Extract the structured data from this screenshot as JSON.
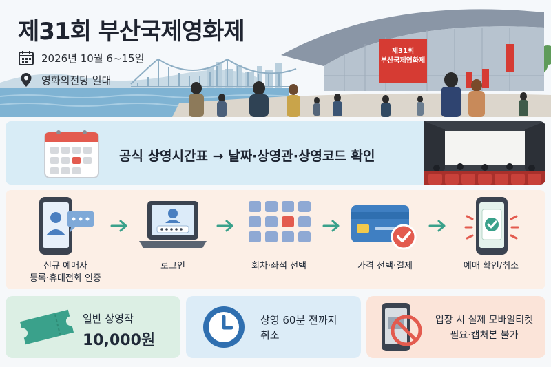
{
  "hero": {
    "title": "제31회 부산국제영화제",
    "date": "2026년 10월 6~15일",
    "venue": "영화의전당 일대",
    "banner_line1": "제31회",
    "banner_line2": "부산국제영화제"
  },
  "schedule": {
    "text": "공식 상영시간표 → 날짜·상영관·상영코드 확인"
  },
  "steps": [
    {
      "line1": "신규 예매자",
      "line2": "등록·휴대전화 인증"
    },
    {
      "line1": "로그인",
      "line2": ""
    },
    {
      "line1": "회차·좌석 선택",
      "line2": ""
    },
    {
      "line1": "가격 선택·결제",
      "line2": ""
    },
    {
      "line1": "예매 확인/취소",
      "line2": ""
    }
  ],
  "cards": {
    "price_label": "일반 상영작",
    "price_value": "10,000원",
    "cancel_line1": "상영 60분 전까지",
    "cancel_line2": "취소",
    "ticket_line1": "입장 시 실제 모바일티켓",
    "ticket_line2": "필요·캡처본 불가"
  },
  "colors": {
    "accent_red": "#e35b4f",
    "accent_teal": "#3aa18b",
    "accent_blue": "#2f6fb0",
    "banner_red": "#d63b33"
  },
  "icons": [
    "calendar-icon",
    "location-pin-icon",
    "calendar-grid-icon",
    "theater-screen-icon",
    "phone-user-icon",
    "laptop-login-icon",
    "seat-grid-icon",
    "credit-card-check-icon",
    "phone-ticket-check-icon",
    "ticket-icon",
    "clock-icon",
    "no-screenshot-icon"
  ]
}
